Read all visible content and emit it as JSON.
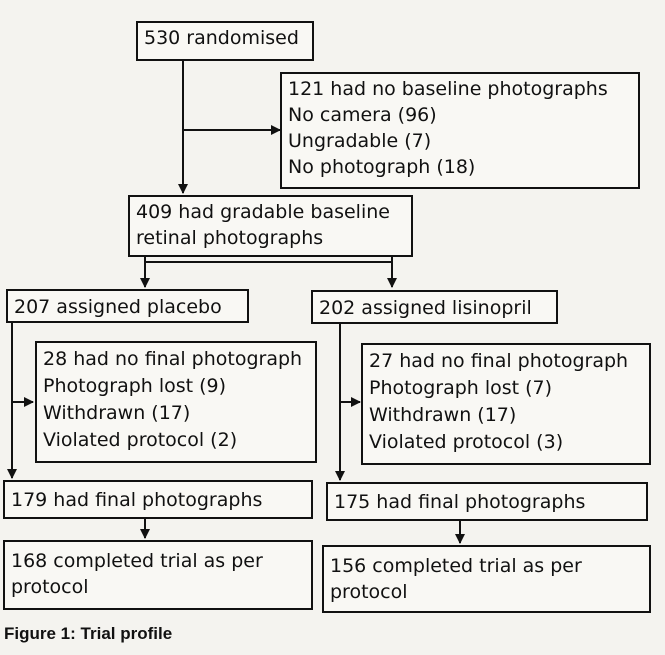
{
  "flowchart": {
    "randomised": "530 randomised",
    "excluded": {
      "title": "121 had no baseline photographs",
      "items": [
        "No camera (96)",
        "Ungradable (7)",
        "No photograph (18)"
      ]
    },
    "gradable": {
      "lines": [
        "409 had gradable baseline",
        "retinal photographs"
      ]
    },
    "arms": [
      {
        "assigned": "207 assigned placebo",
        "no_final": {
          "title": "28 had no final photograph",
          "items": [
            "Photograph lost (9)",
            "Withdrawn (17)",
            "Violated protocol (2)"
          ]
        },
        "final": "179 had final photographs",
        "completed": {
          "lines": [
            "168 completed trial as per",
            "protocol"
          ]
        }
      },
      {
        "assigned": "202 assigned lisinopril",
        "no_final": {
          "title": "27 had no final photograph",
          "items": [
            "Photograph lost (7)",
            "Withdrawn (17)",
            "Violated protocol (3)"
          ]
        },
        "final": "175 had final photographs",
        "completed": {
          "lines": [
            "156 completed trial as per",
            "protocol"
          ]
        }
      }
    ]
  },
  "caption": {
    "label": "Figure 1:",
    "title": "Trial profile"
  }
}
